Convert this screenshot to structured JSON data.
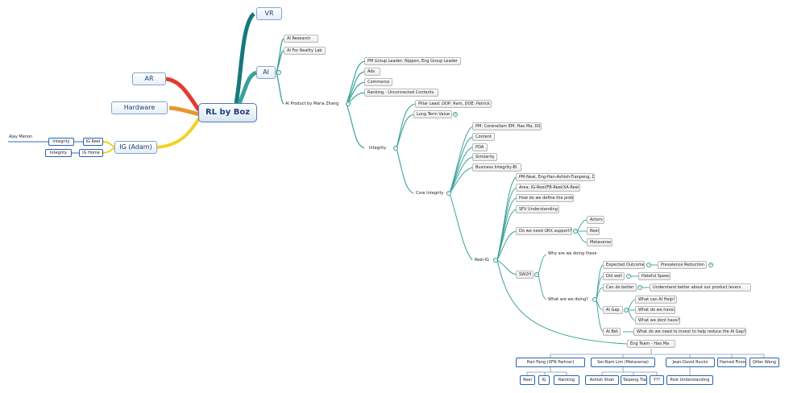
{
  "colors": {
    "teal": "#3aa19a",
    "tealDark": "#17787a",
    "red": "#e53b2f",
    "orange": "#e9962e",
    "yellow": "#f3d21f",
    "blueEdge": "#2f6db5",
    "grayEdge": "#7f96ad"
  },
  "central": {
    "label": "RL by Boz"
  },
  "right": {
    "vr": "VR",
    "ai": "AI",
    "ai_research": "AI Research",
    "ai_reality_lab": "AI For Reality Lab",
    "ai_product": "AI Product by Maria Zhang"
  },
  "product": {
    "pm_group": "PM Group Leader: Nippon, Eng Group Leader",
    "ads": "Ads",
    "commerce": "Commerce",
    "ranking": "Ranking - Unconnected Contents",
    "integrity": "Integrity"
  },
  "integrity": {
    "pillar": "Pillar Lead: DOP: Ram, DOE: Patrick",
    "long_term": "Long Term Value",
    "core": "Core Integrity"
  },
  "core": {
    "pm": "PM: Corenellam EM: Hao Ma, DS:",
    "content": "Content",
    "poa": "POA",
    "similarity": "Similarity",
    "business": "Business Integrity-BI",
    "reel": "Reel-IG"
  },
  "reel": {
    "pm": "PM-Neal, Eng-Han-Ashish-Tianpeng, DS-You",
    "area": "Area: IG-Reel/FB-Reel/XA-Reel",
    "define": "How do we define the problem?",
    "sfv": "SFV Understanding",
    "urx": "Do we need URX support?",
    "sw2h": "SW2H",
    "eng_team": "Eng Team - Hao Ma"
  },
  "urx": {
    "actors": "Actors",
    "reel": "Reel",
    "metaverse": "Metaverse"
  },
  "sw2h": {
    "why": "Why are we doing these?",
    "what": "What are we doing?"
  },
  "what": {
    "expected": "Expected Outcome",
    "prevalence": "Prevalence Reduction",
    "did_well": "Did well",
    "hateful": "Hateful Speech",
    "can_better": "Can do better",
    "understand": "Understand better about our product levers",
    "ai_gap": "AI Gap",
    "ai_bet": "AI Bet",
    "invest": "What do we need to invest to help reduce the AI Gap?"
  },
  "gap": {
    "can_ai": "What can AI Help?",
    "have": "What do we have?",
    "dont": "What we dont have?"
  },
  "team": {
    "han": "Han Fang (XFN Partner)",
    "ser": "Ser-Nam Lim (Metaverse)",
    "jean": "Jean-David Ruvini",
    "hamed": "Hamed Firooz",
    "qifan": "Qifan Wang",
    "reel": "Reel",
    "ig": "IG",
    "ranking": "Ranking",
    "ashish": "Ashish Shah",
    "taipeng": "Taipeng Tian",
    "yq": "Y??",
    "post": "Post Understanding"
  },
  "left": {
    "ar": "AR",
    "hardware": "Hardware",
    "ig": "IG (Adam)",
    "integrity1": "Integrity",
    "ig_reel": "IG Reel",
    "integrity2": "Integrity",
    "ig_home": "IG Home",
    "ajay": "Ajay Menon"
  }
}
